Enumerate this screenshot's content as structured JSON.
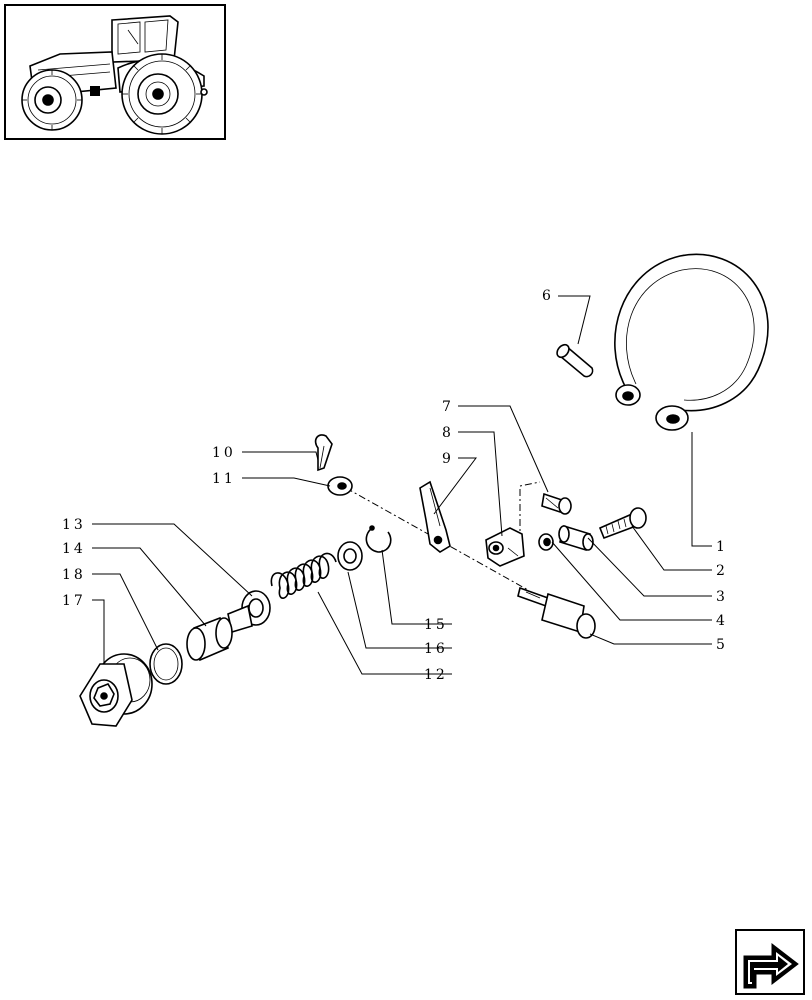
{
  "thumbnail": {
    "icon": "tractor-icon"
  },
  "nav": {
    "icon": "next-page-arrow-icon"
  },
  "callouts": [
    {
      "id": "c1",
      "label": "1"
    },
    {
      "id": "c2",
      "label": "2"
    },
    {
      "id": "c3",
      "label": "3"
    },
    {
      "id": "c4",
      "label": "4"
    },
    {
      "id": "c5",
      "label": "5"
    },
    {
      "id": "c6",
      "label": "6"
    },
    {
      "id": "c7",
      "label": "7"
    },
    {
      "id": "c8",
      "label": "8"
    },
    {
      "id": "c9",
      "label": "9"
    },
    {
      "id": "c10",
      "label": "10"
    },
    {
      "id": "c11",
      "label": "11"
    },
    {
      "id": "c12",
      "label": "12"
    },
    {
      "id": "c13",
      "label": "13"
    },
    {
      "id": "c14",
      "label": "14"
    },
    {
      "id": "c15",
      "label": "15"
    },
    {
      "id": "c16",
      "label": "16"
    },
    {
      "id": "c17",
      "label": "17"
    },
    {
      "id": "c18",
      "label": "18"
    }
  ]
}
